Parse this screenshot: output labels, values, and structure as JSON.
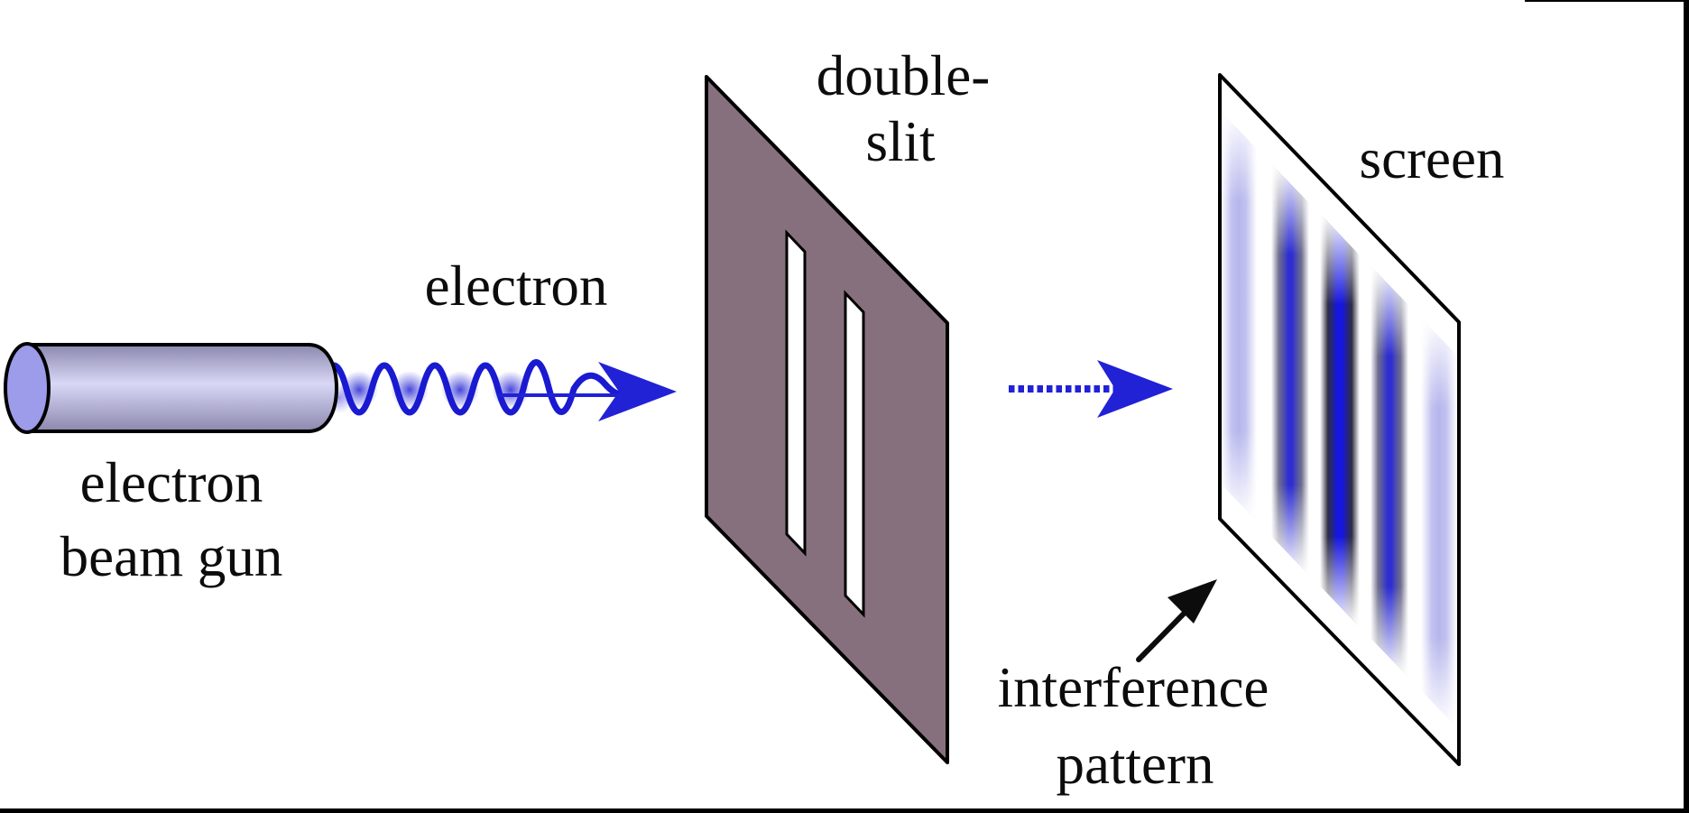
{
  "figure": {
    "title": "electron double-slit experiment diagram",
    "labels": {
      "electron": "electron",
      "gun_line1": "electron",
      "gun_line2": "beam gun",
      "slit_line1": "double-",
      "slit_line2": "slit",
      "screen": "screen",
      "interference_line1": "interference",
      "interference_line2": "pattern"
    },
    "elements": [
      "electron-beam-gun-cylinder",
      "electron-matter-wave",
      "wave-arrowhead",
      "double-slit-plate",
      "slit-left",
      "slit-right",
      "dotted-direction-arrow",
      "detection-screen",
      "interference-fringes",
      "interference-pointer-arrow"
    ],
    "fringes": [
      "faint",
      "medium",
      "strong",
      "medium",
      "faint"
    ],
    "colors": {
      "ink": "#0c0c0c",
      "outline": "#000000",
      "wave_blue": "#1a1ad1",
      "arrow_blue": "#2121d6",
      "dot_blue": "#3d3dd8",
      "plate_mauve": "#87707e",
      "gun_cap": "#9c9cea",
      "gun_body_edge": "#8b87ae",
      "gun_body_center": "#d8d8f6",
      "stripe_light": "#b2b2ec",
      "stripe_medium_core": "#2d2dd2",
      "stripe_medium_flank": "#55557a",
      "stripe_strong_core": "#1515e4",
      "stripe_strong_flank": "#232338",
      "screen_fill": "#ffffff"
    }
  }
}
